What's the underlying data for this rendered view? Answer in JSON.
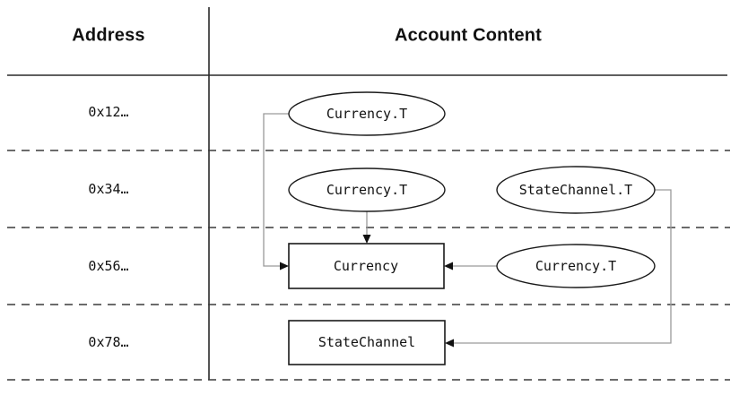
{
  "diagram": {
    "title_row": {
      "address_header": "Address",
      "content_header": "Account Content"
    },
    "address_rows": [
      {
        "address": "0x12…"
      },
      {
        "address": "0x34…"
      },
      {
        "address": "0x56…"
      },
      {
        "address": "0x78…"
      }
    ],
    "nodes": {
      "resource_row1": "Currency.T",
      "resource_row2": "Currency.T",
      "statechannel_resource_row2": "StateChannel.T",
      "resource_row3": "Currency.T",
      "module_currency": "Currency",
      "module_statechannel": "StateChannel"
    },
    "colors": {
      "grid_line": "#2a2a2a",
      "dashed_line": "#3a3a3a",
      "shape_stroke": "#1a1a1a",
      "connector": "#9a9a9a",
      "arrowhead": "#111111",
      "text": "#111111"
    }
  }
}
